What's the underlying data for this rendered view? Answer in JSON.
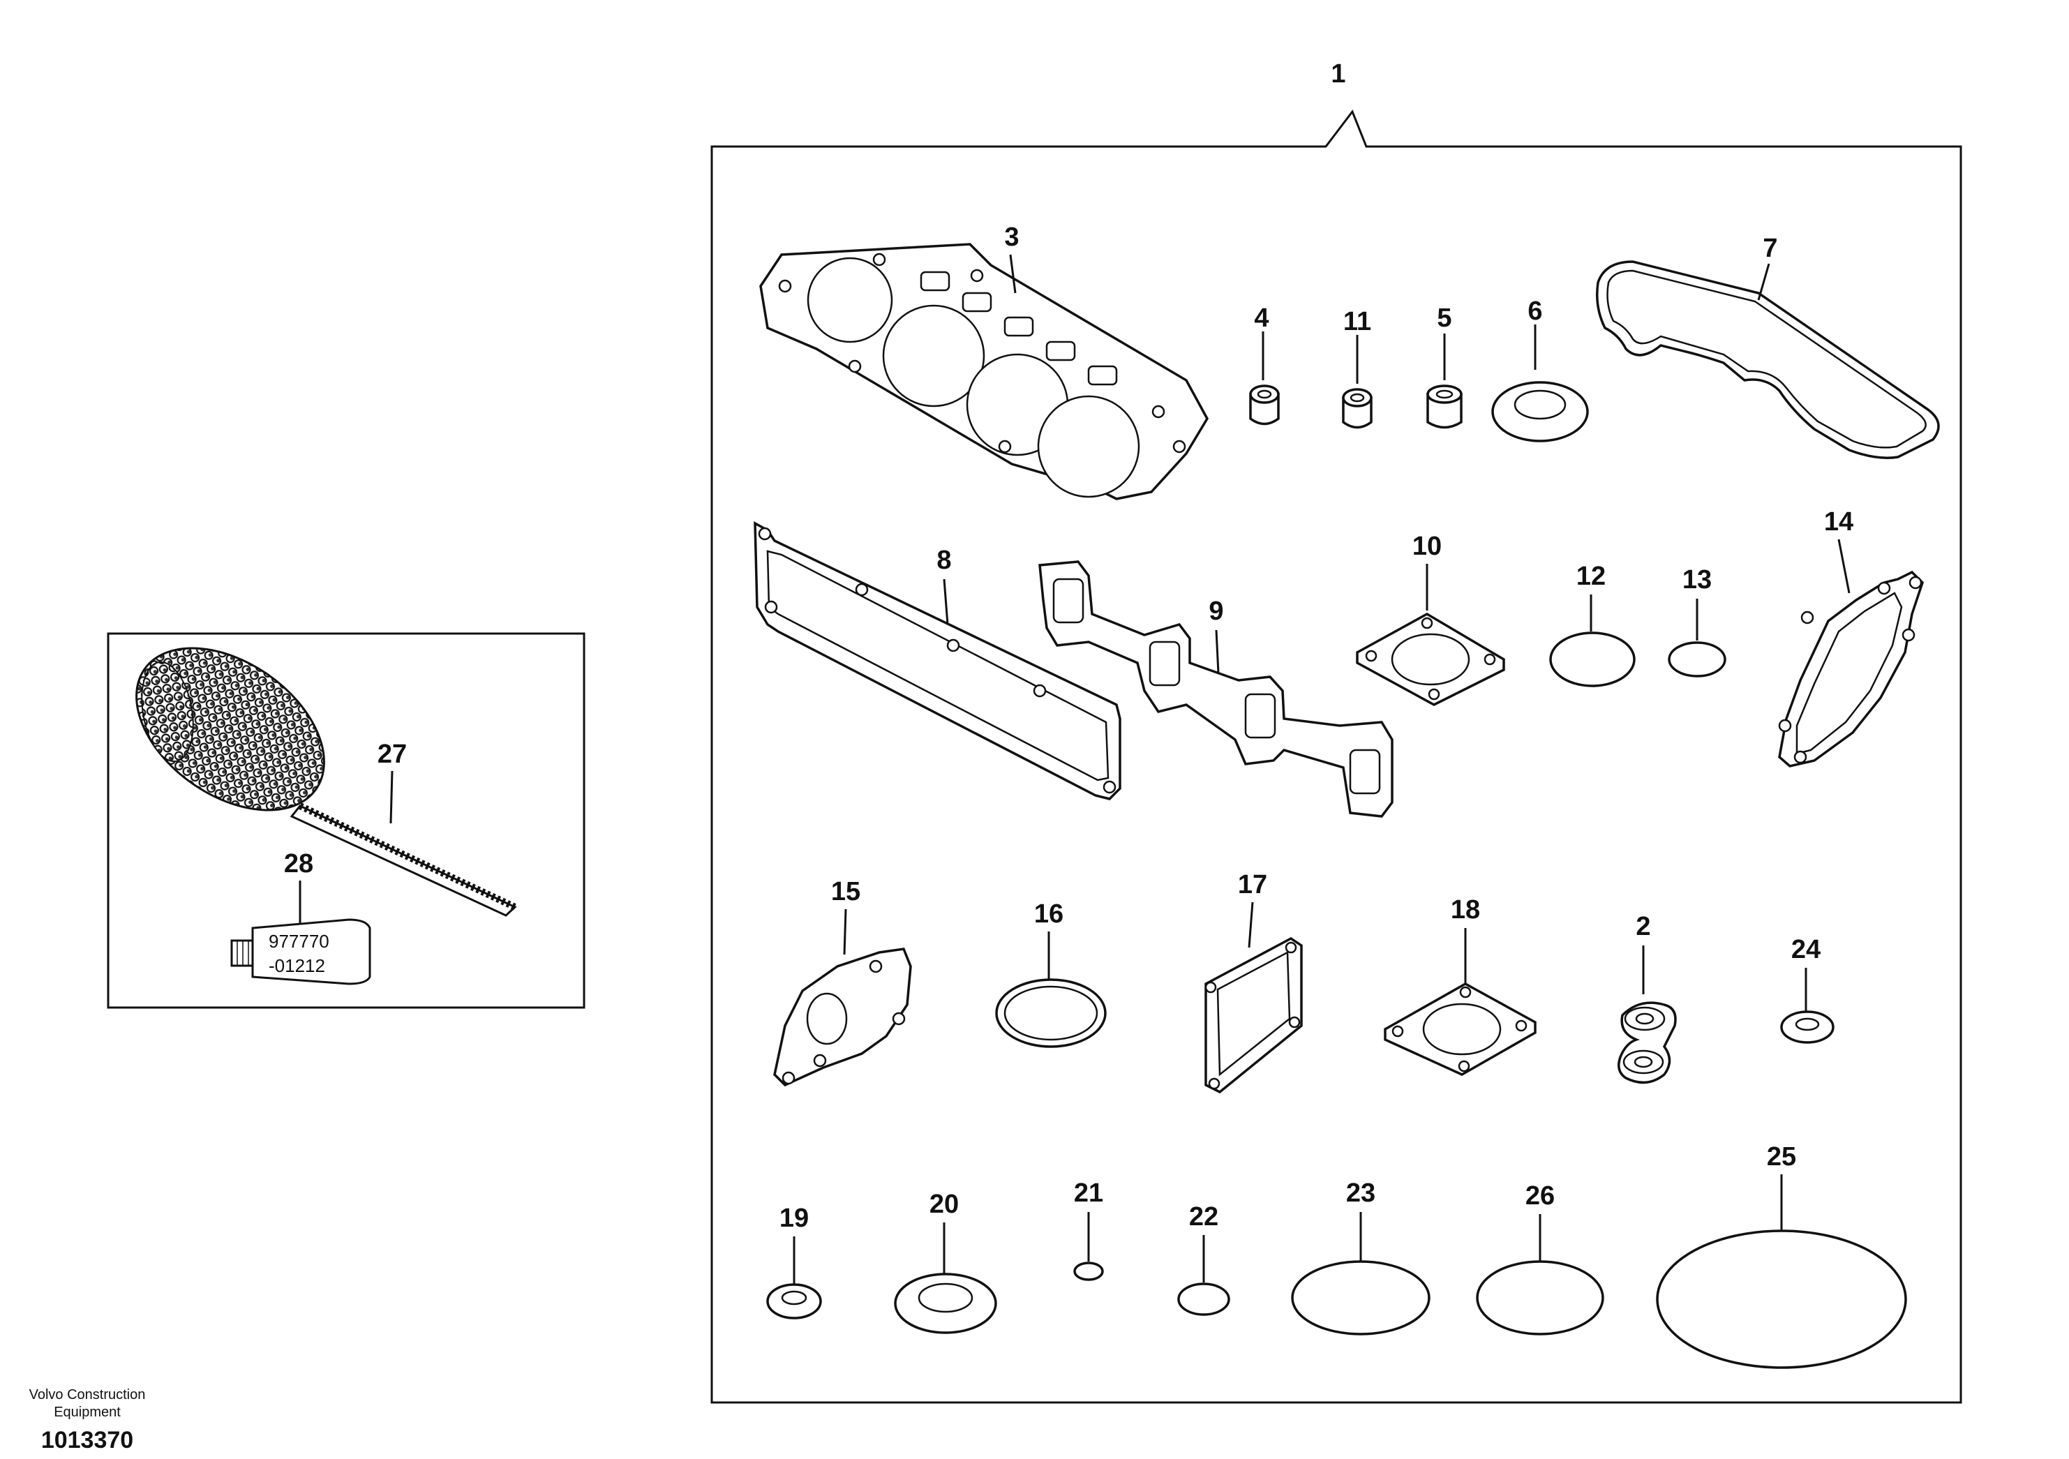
{
  "kit_label": "1",
  "callouts": {
    "c2": "2",
    "c3": "3",
    "c4": "4",
    "c5": "5",
    "c6": "6",
    "c7": "7",
    "c8": "8",
    "c9": "9",
    "c10": "10",
    "c11": "11",
    "c12": "12",
    "c13": "13",
    "c14": "14",
    "c15": "15",
    "c16": "16",
    "c17": "17",
    "c18": "18",
    "c19": "19",
    "c20": "20",
    "c21": "21",
    "c22": "22",
    "c23": "23",
    "c24": "24",
    "c25": "25",
    "c26": "26",
    "c27": "27",
    "c28": "28"
  },
  "tube_text": {
    "line1": "977770",
    "line2": "-01212"
  },
  "footer": {
    "line1": "Volvo Construction",
    "line2": "Equipment",
    "code": "1013370"
  }
}
